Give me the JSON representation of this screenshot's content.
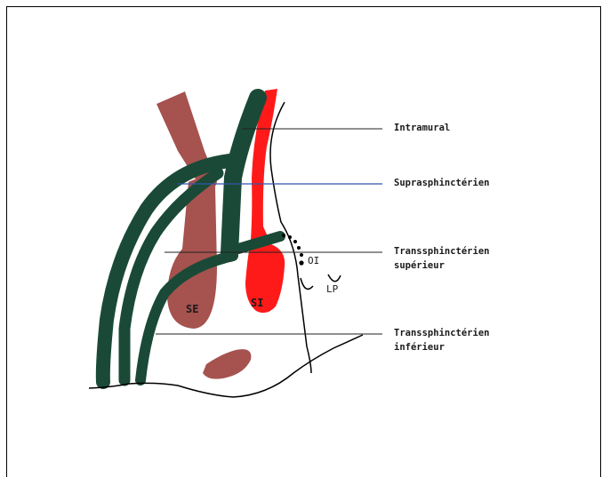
{
  "labels": {
    "intramural": "Intramural",
    "suprasphincterien": "Suprasphinctérien",
    "trans_sup_1": "Transsphinctérien",
    "trans_sup_2": "supérieur",
    "trans_inf_1": "Transsphinctérien",
    "trans_inf_2": "inférieur"
  },
  "inner_labels": {
    "se": "SE",
    "si": "SI",
    "oi": "OI",
    "lp": "LP"
  },
  "colors": {
    "fistula_green": "#1a4a37",
    "internal_sphincter_red": "#ff1a1a",
    "external_sphincter_brown": "#a6524f",
    "line_blue": "#3355aa"
  }
}
